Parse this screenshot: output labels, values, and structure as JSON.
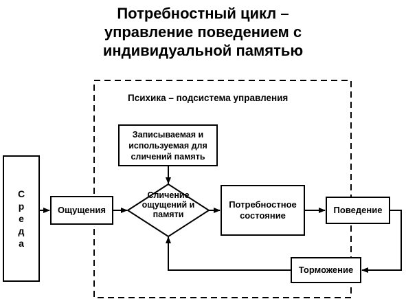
{
  "title": {
    "line1": "Потребностный цикл –",
    "line2": "управление поведением с",
    "line3": "индивидуальной памятью"
  },
  "frame": {
    "label": "Психика – подсистема управления"
  },
  "nodes": {
    "memory": {
      "line1": "Записываемая и",
      "line2": "используемая для",
      "line3": "сличений память"
    },
    "comparison": {
      "line1": "Сличение",
      "line2": "ощущений и",
      "line3": "памяти"
    },
    "sensations": {
      "label": "Ощущения"
    },
    "need_state": {
      "line1": "Потребностное",
      "line2": "состояние"
    },
    "behavior": {
      "label": "Поведение"
    },
    "inhibition": {
      "label": "Торможение"
    },
    "environment": {
      "letters": [
        "С",
        "р",
        "е",
        "д",
        "а"
      ]
    }
  }
}
